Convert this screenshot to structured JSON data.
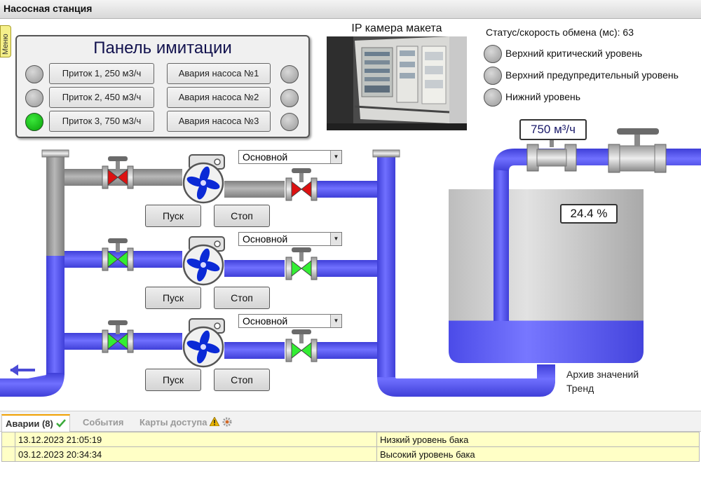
{
  "window": {
    "title": "Насосная станция"
  },
  "menu_tab": {
    "label": "Меню"
  },
  "simulation_panel": {
    "title": "Панель имитации",
    "inflows": [
      {
        "label": "Приток 1, 250 м3/ч",
        "active": false
      },
      {
        "label": "Приток 2, 450 м3/ч",
        "active": false
      },
      {
        "label": "Приток 3, 750 м3/ч",
        "active": true
      }
    ],
    "pump_alarms": [
      {
        "label": "Авария насоса №1",
        "active": false
      },
      {
        "label": "Авария насоса №2",
        "active": false
      },
      {
        "label": "Авария насоса №3",
        "active": false
      }
    ]
  },
  "camera": {
    "title": "IP камера макета"
  },
  "status": {
    "exchange_label": "Статус/скорость обмена (мс): 63",
    "levels": [
      {
        "label": "Верхний критический уровень",
        "active": false
      },
      {
        "label": "Верхний предупредительный уровень",
        "active": false
      },
      {
        "label": "Нижний уровень",
        "active": false
      }
    ]
  },
  "flow_meter": {
    "value": "750 м³/ч"
  },
  "tank": {
    "level_text": "24.4  %",
    "fill_percent": 24.4
  },
  "pumps": [
    {
      "mode": "Основной",
      "start_label": "Пуск",
      "stop_label": "Стоп",
      "valves_state": "closed"
    },
    {
      "mode": "Основной",
      "start_label": "Пуск",
      "stop_label": "Стоп",
      "valves_state": "open"
    },
    {
      "mode": "Основной",
      "start_label": "Пуск",
      "stop_label": "Стоп",
      "valves_state": "open"
    }
  ],
  "archive": {
    "values_label": "Архив значений",
    "trend_label": "Тренд"
  },
  "tabs": [
    {
      "label": "Аварии (8)",
      "active": true
    },
    {
      "label": "События",
      "active": false
    },
    {
      "label": "Карты доступа",
      "active": false
    }
  ],
  "alarms": [
    {
      "time": "13.12.2023 21:05:19",
      "message": "Низкий уровень бака"
    },
    {
      "time": "03.12.2023 20:34:34",
      "message": "Высокий уровень бака"
    }
  ],
  "colors": {
    "water": "#5858ee",
    "empty_pipe": "#9e9e9e",
    "valve_open": "#33ee33",
    "valve_closed": "#dd1111",
    "impeller": "#0b2ad6",
    "alarm_row": "#ffffc6",
    "tab_accent": "#f0a000"
  }
}
